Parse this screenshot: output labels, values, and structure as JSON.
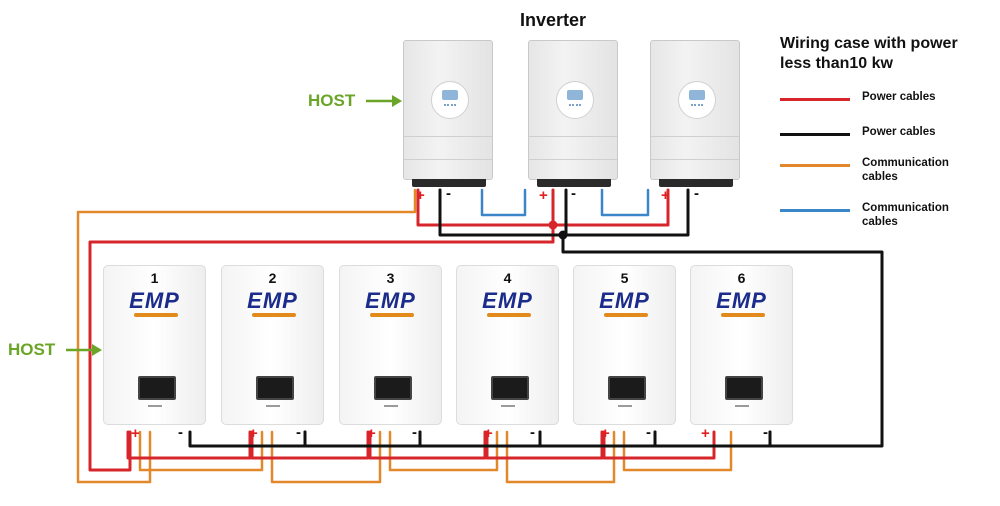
{
  "title": "Inverter",
  "legend": {
    "title": "Wiring case with power less than10 kw",
    "items": [
      {
        "label": "Power cables",
        "color": "#d7262b"
      },
      {
        "label": "Power cables",
        "color": "#111111"
      },
      {
        "label": "Communication cables",
        "color": "#e3882a"
      },
      {
        "label": "Communication cables",
        "color": "#3a86c8"
      }
    ]
  },
  "host_label": "HOST",
  "polarity": {
    "plus": "+",
    "minus": "-"
  },
  "inverters": [
    {
      "id": 1
    },
    {
      "id": 2
    },
    {
      "id": 3
    }
  ],
  "batteries": [
    {
      "number": "1",
      "logo": "EMP"
    },
    {
      "number": "2",
      "logo": "EMP"
    },
    {
      "number": "3",
      "logo": "EMP"
    },
    {
      "number": "4",
      "logo": "EMP"
    },
    {
      "number": "5",
      "logo": "EMP"
    },
    {
      "number": "6",
      "logo": "EMP"
    }
  ]
}
